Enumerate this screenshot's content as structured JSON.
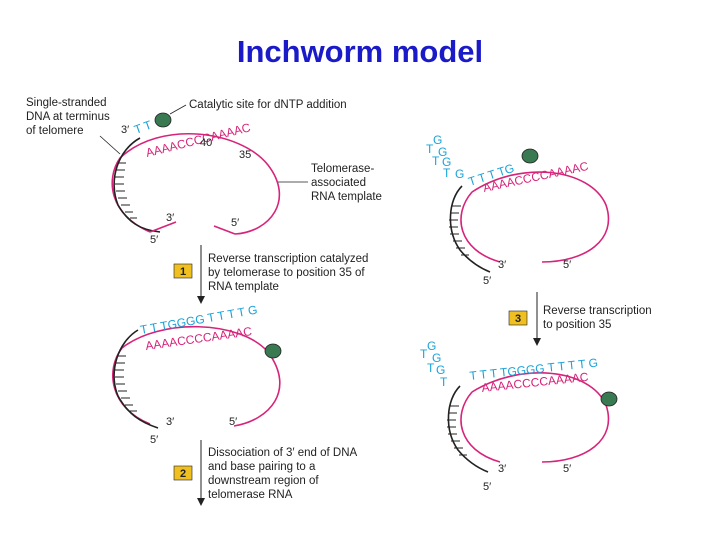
{
  "title": "Inchworm model",
  "colors": {
    "title": "#1a1ac8",
    "rna": "#d6247a",
    "dna": "#1aa3d9",
    "enzyme": "#3a7a52",
    "stepbox": "#f0c020",
    "line": "#222222"
  },
  "panel_top_left": {
    "label_ssdna": [
      "Single-stranded",
      "DNA at terminus",
      "of telomere"
    ],
    "label_catalytic": "Catalytic site for dNTP addition",
    "label_template": [
      "Telomerase-",
      "associated",
      "RNA template"
    ],
    "dna_top": "T T",
    "rna_seq": "AAAACCCCAAAAC",
    "pos40": "40",
    "pos35": "35",
    "end_3prime_top": "3′",
    "end_3prime_bottom": "3′",
    "end_5prime_left": "5′",
    "end_5prime_right": "5′"
  },
  "step1": {
    "number": "1",
    "text": [
      "Reverse transcription catalyzed",
      "by telomerase to position 35 of",
      "RNA template"
    ]
  },
  "panel_mid_left": {
    "dna_seq": "T T TGGGG T T T T G",
    "rna_seq": "AAAACCCCAAAAC",
    "end_3prime": "3′",
    "end_5prime_left": "5′",
    "end_5prime_right": "5′"
  },
  "step2": {
    "number": "2",
    "text": [
      "Dissociation of 3′ end of DNA",
      "and base pairing to a",
      "downstream region of",
      "telomerase RNA"
    ]
  },
  "panel_top_right": {
    "dna_stack": [
      "T",
      "G",
      "G",
      "T",
      "G",
      "T",
      "G"
    ],
    "dna_seq": "T T T TG",
    "rna_seq": "AAAACCCCAAAAC",
    "end_3prime": "3′",
    "end_5prime_left": "5′",
    "end_5prime_right": "5′"
  },
  "step3": {
    "number": "3",
    "text": [
      "Reverse transcription",
      "to position 35"
    ]
  },
  "panel_bottom_right": {
    "dna_stack": [
      "T",
      "G",
      "G",
      "T",
      "G",
      "T"
    ],
    "dna_seq": "T T T TGGGG T T T T G",
    "rna_seq": "AAAACCCCAAAAC",
    "end_3prime": "3′",
    "end_5prime_left": "5′",
    "end_5prime_right": "5′"
  }
}
